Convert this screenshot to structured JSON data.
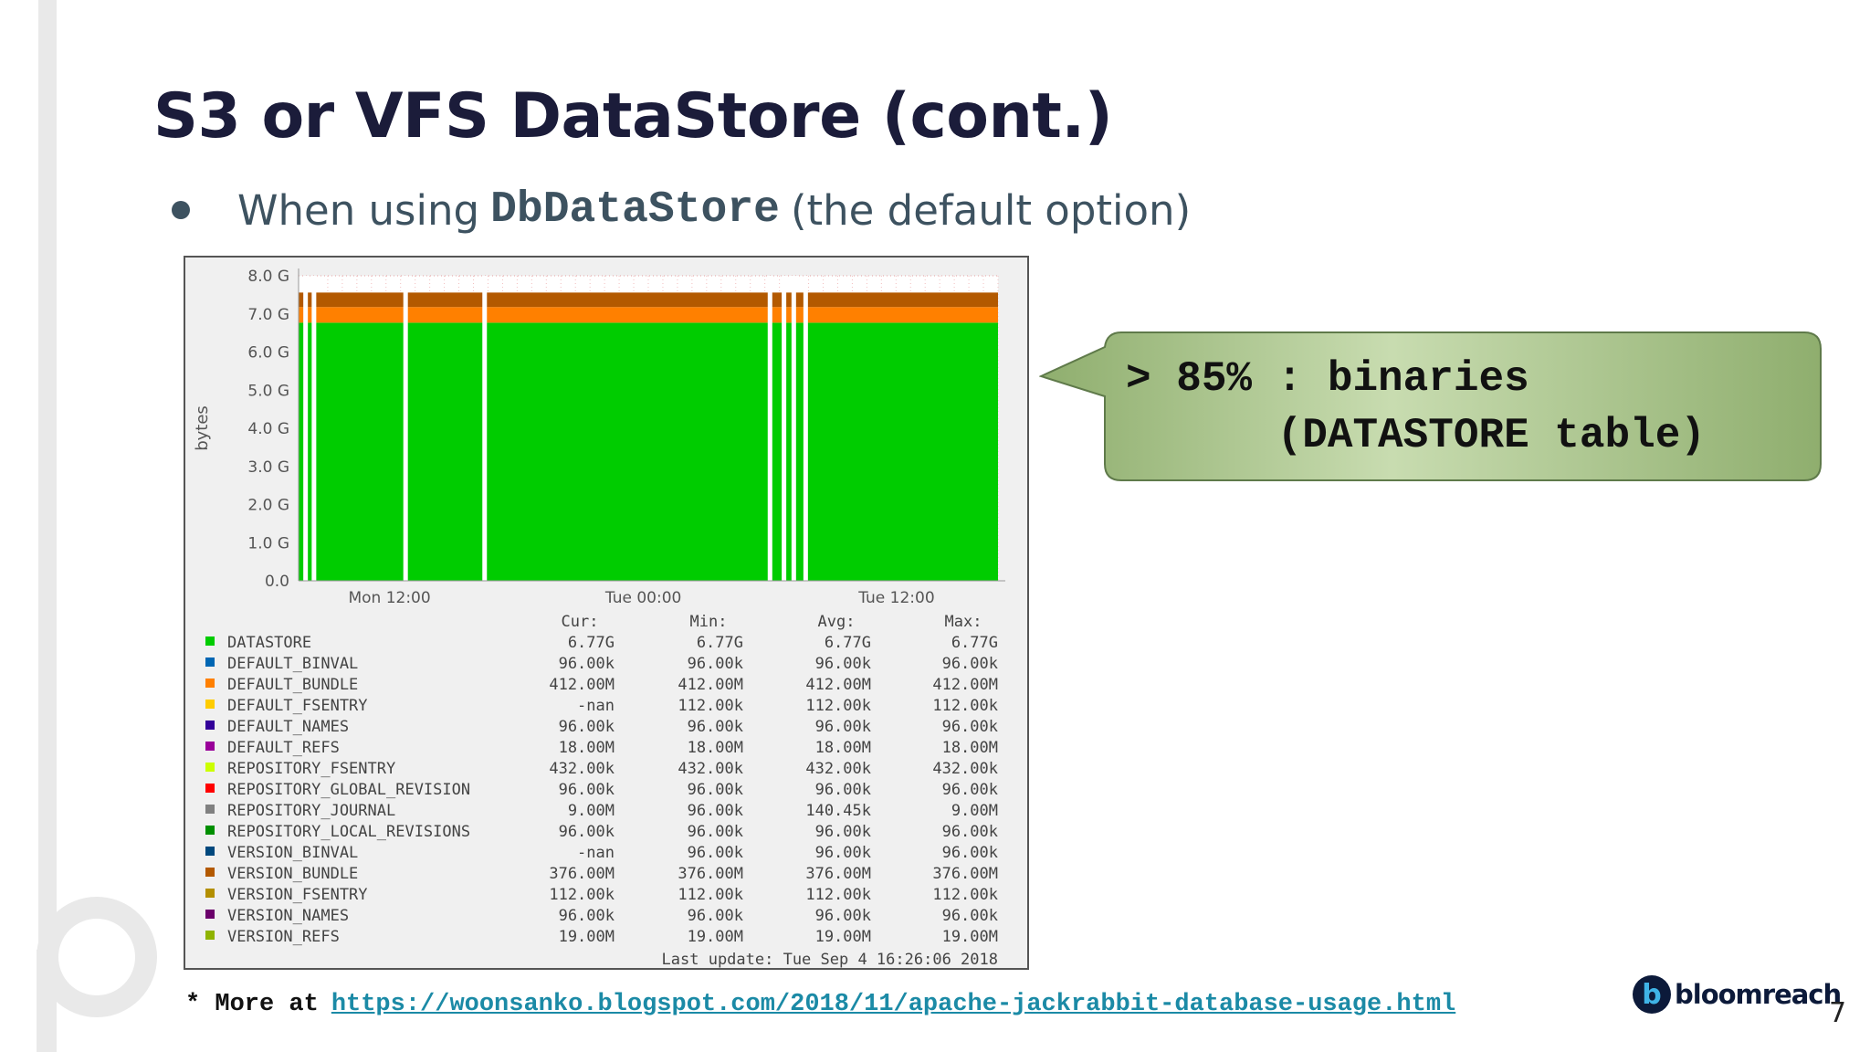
{
  "slide": {
    "title": "S3 or VFS DataStore (cont.)",
    "bullet_prefix": "When using",
    "bullet_code": "DbDataStore",
    "bullet_suffix": "(the default option)",
    "footer_prefix": "* More at",
    "footer_link": "https://woonsanko.blogspot.com/2018/11/apache-jackrabbit-database-usage.html",
    "brand_text": "bloomreach",
    "page_number": "7"
  },
  "callout": {
    "text": "> 85% : binaries\n      (DATASTORE table)",
    "fill": "#a9c58c"
  },
  "chart_data": {
    "type": "area",
    "ylabel": "bytes",
    "y_ticks": [
      "0.0",
      "1.0 G",
      "2.0 G",
      "3.0 G",
      "4.0 G",
      "5.0 G",
      "6.0 G",
      "7.0 G",
      "8.0 G"
    ],
    "ylim": [
      0,
      8
    ],
    "x_ticks": [
      {
        "label": "Mon 12:00",
        "pos": 0.13
      },
      {
        "label": "Tue 00:00",
        "pos": 0.493
      },
      {
        "label": "Tue 12:00",
        "pos": 0.855
      }
    ],
    "grid": true,
    "stack": [
      {
        "name": "DATASTORE",
        "value": 6.77,
        "color": "#00cc00"
      },
      {
        "name": "DEFAULT_BUNDLE",
        "value": 0.41,
        "color": "#ff8000"
      },
      {
        "name": "VERSION_BUNDLE",
        "value": 0.38,
        "color": "#b35900"
      }
    ],
    "gaps": [
      0.01,
      0.022,
      0.153,
      0.266,
      0.674,
      0.694,
      0.708,
      0.725
    ],
    "legend_headers": [
      "Cur:",
      "Min:",
      "Avg:",
      "Max:"
    ],
    "legend": [
      {
        "name": "DATASTORE",
        "color": "#00cc00",
        "cur": "6.77G",
        "min": "6.77G",
        "avg": "6.77G",
        "max": "6.77G"
      },
      {
        "name": "DEFAULT_BINVAL",
        "color": "#0066b3",
        "cur": "96.00k",
        "min": "96.00k",
        "avg": "96.00k",
        "max": "96.00k"
      },
      {
        "name": "DEFAULT_BUNDLE",
        "color": "#ff8000",
        "cur": "412.00M",
        "min": "412.00M",
        "avg": "412.00M",
        "max": "412.00M"
      },
      {
        "name": "DEFAULT_FSENTRY",
        "color": "#ffcc00",
        "cur": "-nan",
        "min": "112.00k",
        "avg": "112.00k",
        "max": "112.00k"
      },
      {
        "name": "DEFAULT_NAMES",
        "color": "#330099",
        "cur": "96.00k",
        "min": "96.00k",
        "avg": "96.00k",
        "max": "96.00k"
      },
      {
        "name": "DEFAULT_REFS",
        "color": "#990099",
        "cur": "18.00M",
        "min": "18.00M",
        "avg": "18.00M",
        "max": "18.00M"
      },
      {
        "name": "REPOSITORY_FSENTRY",
        "color": "#ccff00",
        "cur": "432.00k",
        "min": "432.00k",
        "avg": "432.00k",
        "max": "432.00k"
      },
      {
        "name": "REPOSITORY_GLOBAL_REVISION",
        "color": "#ff0000",
        "cur": "96.00k",
        "min": "96.00k",
        "avg": "96.00k",
        "max": "96.00k"
      },
      {
        "name": "REPOSITORY_JOURNAL",
        "color": "#808080",
        "cur": "9.00M",
        "min": "96.00k",
        "avg": "140.45k",
        "max": "9.00M"
      },
      {
        "name": "REPOSITORY_LOCAL_REVISIONS",
        "color": "#008f00",
        "cur": "96.00k",
        "min": "96.00k",
        "avg": "96.00k",
        "max": "96.00k"
      },
      {
        "name": "VERSION_BINVAL",
        "color": "#00487d",
        "cur": "-nan",
        "min": "96.00k",
        "avg": "96.00k",
        "max": "96.00k"
      },
      {
        "name": "VERSION_BUNDLE",
        "color": "#b35900",
        "cur": "376.00M",
        "min": "376.00M",
        "avg": "376.00M",
        "max": "376.00M"
      },
      {
        "name": "VERSION_FSENTRY",
        "color": "#b38f00",
        "cur": "112.00k",
        "min": "112.00k",
        "avg": "112.00k",
        "max": "112.00k"
      },
      {
        "name": "VERSION_NAMES",
        "color": "#6b006b",
        "cur": "96.00k",
        "min": "96.00k",
        "avg": "96.00k",
        "max": "96.00k"
      },
      {
        "name": "VERSION_REFS",
        "color": "#8fb300",
        "cur": "19.00M",
        "min": "19.00M",
        "avg": "19.00M",
        "max": "19.00M"
      }
    ],
    "last_update": "Last update: Tue Sep  4 16:26:06 2018"
  }
}
